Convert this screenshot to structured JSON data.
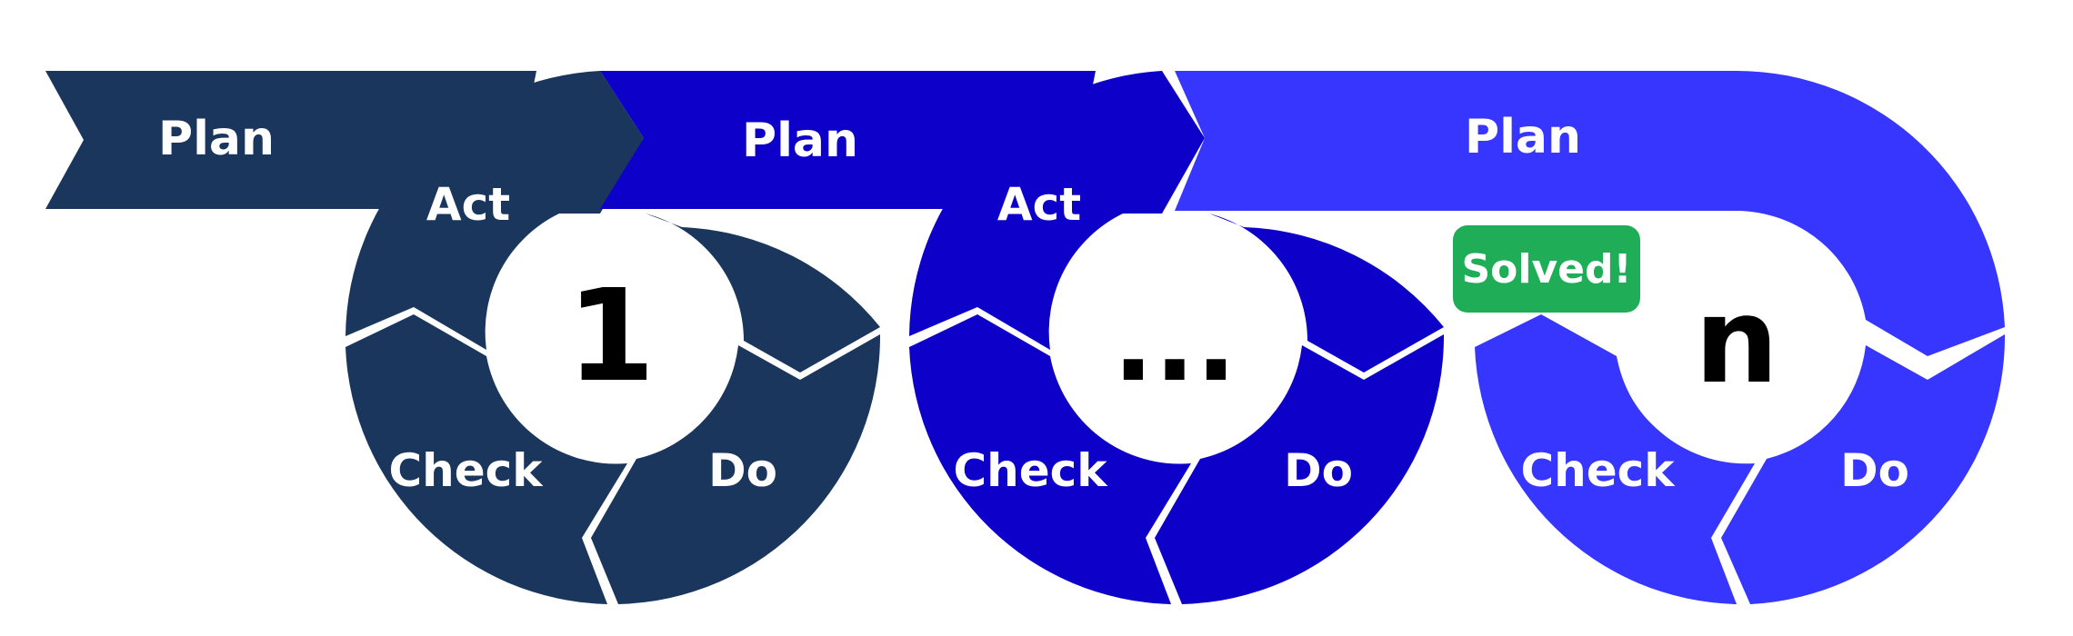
{
  "cycles": [
    {
      "plan_label": "Plan",
      "act_label": "Act",
      "check_label": "Check",
      "do_label": "Do",
      "center_label": "1",
      "color": "#1a365d"
    },
    {
      "plan_label": "Plan",
      "act_label": "Act",
      "check_label": "Check",
      "do_label": "Do",
      "center_label": "...",
      "color": "#0d00c8"
    },
    {
      "plan_label": "Plan",
      "check_label": "Check",
      "do_label": "Do",
      "center_label": "n",
      "color": "#3636ff"
    }
  ],
  "badge": {
    "label": "Solved!",
    "color": "#1fae57"
  }
}
